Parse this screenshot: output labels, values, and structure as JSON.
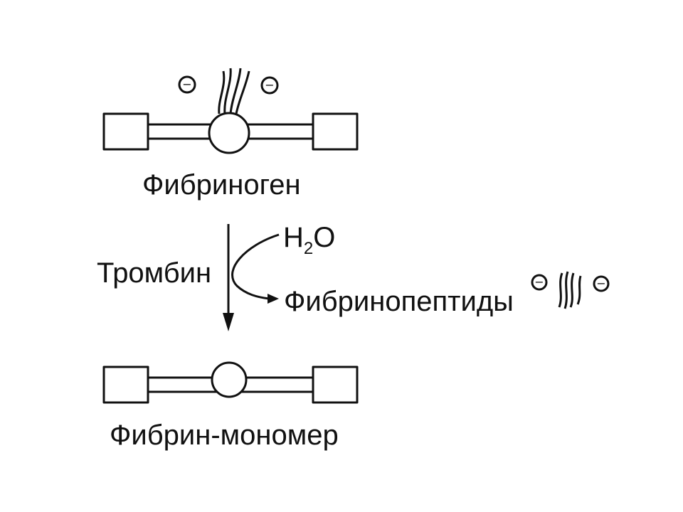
{
  "diagram": {
    "fibrinogen_label": "Фибриноген",
    "thrombin_label": "Тромбин",
    "water": {
      "main": "H",
      "sub": "2",
      "tail": "O"
    },
    "fibrinopeptides_label": "Фибринопептиды",
    "fibrin_monomer_label": "Фибрин-мономер",
    "charge_symbol": "−",
    "colors": {
      "ink": "#111111",
      "background": "#ffffff"
    }
  }
}
